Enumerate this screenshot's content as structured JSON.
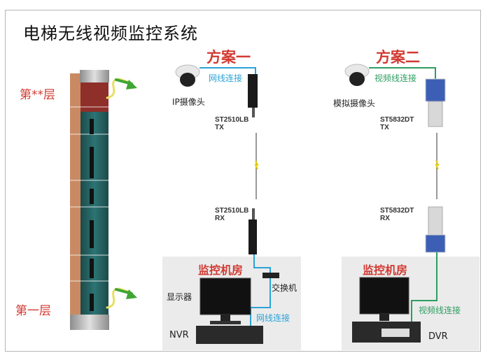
{
  "title": "电梯无线视频监控系统",
  "shaft": {
    "top_floor": "第**层",
    "bottom_floor": "第一层"
  },
  "plan1": {
    "heading": "方案一",
    "camera": "IP摄像头",
    "camera_link": "网线连接",
    "tx_model": "ST2510LB",
    "tx_suffix": "TX",
    "rx_model": "ST2510LB",
    "rx_suffix": "RX",
    "room": "监控机房",
    "switch": "交换机",
    "monitor": "显示器",
    "recorder": "NVR",
    "recorder_link": "网线连接"
  },
  "plan2": {
    "heading": "方案二",
    "camera": "模拟摄像头",
    "camera_link": "视频线连接",
    "tx_model": "ST5832DT",
    "tx_suffix": "TX",
    "rx_model": "ST5832DT",
    "rx_suffix": "RX",
    "room": "监控机房",
    "recorder": "DVR",
    "recorder_link": "视频线连接"
  },
  "colors": {
    "red": "#d23a32",
    "net": "#2aa3d6",
    "video": "#2e9d62"
  }
}
